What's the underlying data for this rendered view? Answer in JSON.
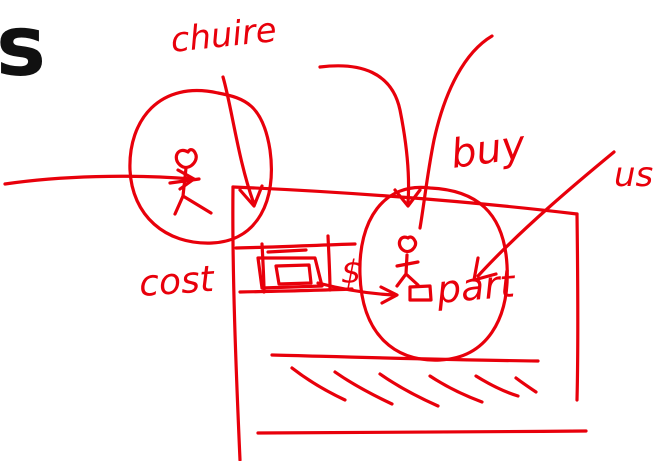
{
  "slide": {
    "heading": "s"
  },
  "annotations": {
    "ink_color": "#e8000b",
    "labels": {
      "choice": "chuire",
      "buy": "buy",
      "cost": "cost",
      "dollar": "$",
      "part": "part",
      "us": "us"
    }
  }
}
